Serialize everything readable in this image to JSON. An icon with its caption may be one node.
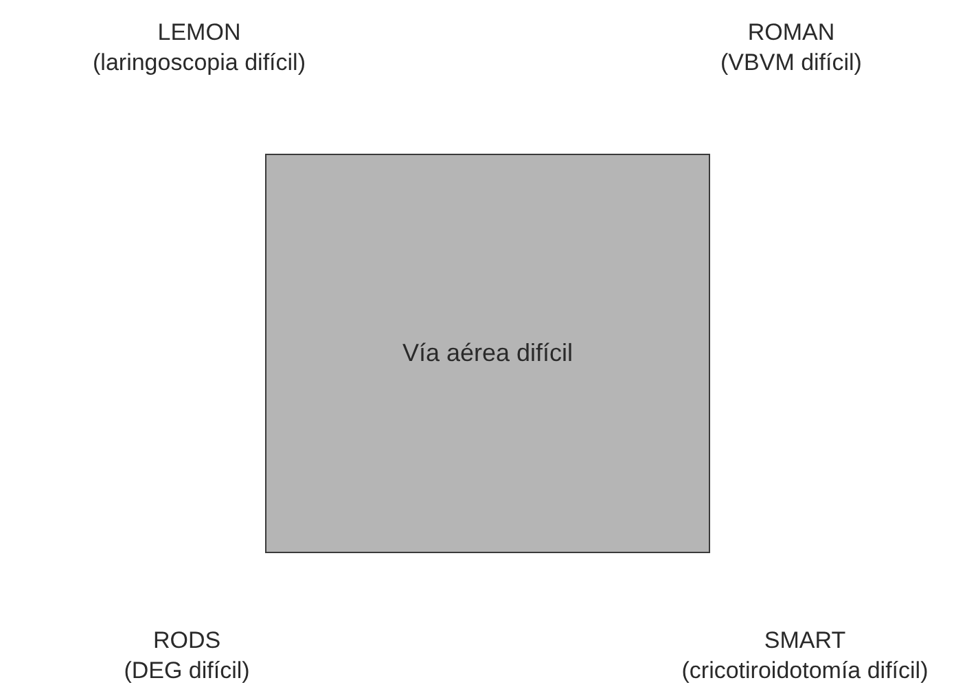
{
  "diagram": {
    "nodes": [
      {
        "text": [
          "Vía aérea difícil"
        ]
      }
    ],
    "labels": [
      "LEMON",
      "(laringoscopia difícil)",
      "ROMAN",
      "(VBVM difícil)",
      "RODS",
      "(DEG difícil)",
      "SMART",
      "(cricotiroidotomía difícil)"
    ]
  }
}
